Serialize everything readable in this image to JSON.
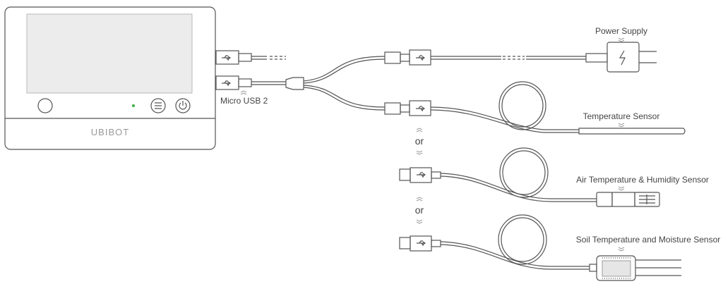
{
  "device": {
    "brand": "UBIBOT",
    "port_label": "Micro USB 2",
    "led_color": "#3cb043"
  },
  "labels": {
    "power_supply": "Power Supply",
    "temperature_sensor": "Temperature Sensor",
    "air_sensor": "Air Temperature & Humidity Sensor",
    "soil_sensor": "Soil Temperature and Moisture Sensor",
    "or_1": "or",
    "or_2": "or"
  }
}
